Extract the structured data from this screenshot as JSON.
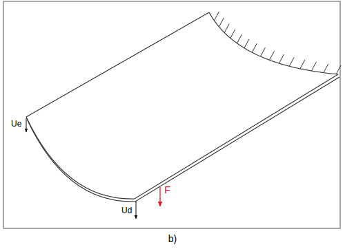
{
  "diagram": {
    "caption": "b)",
    "labels": [
      "Ue",
      "Ud",
      "F"
    ]
  }
}
